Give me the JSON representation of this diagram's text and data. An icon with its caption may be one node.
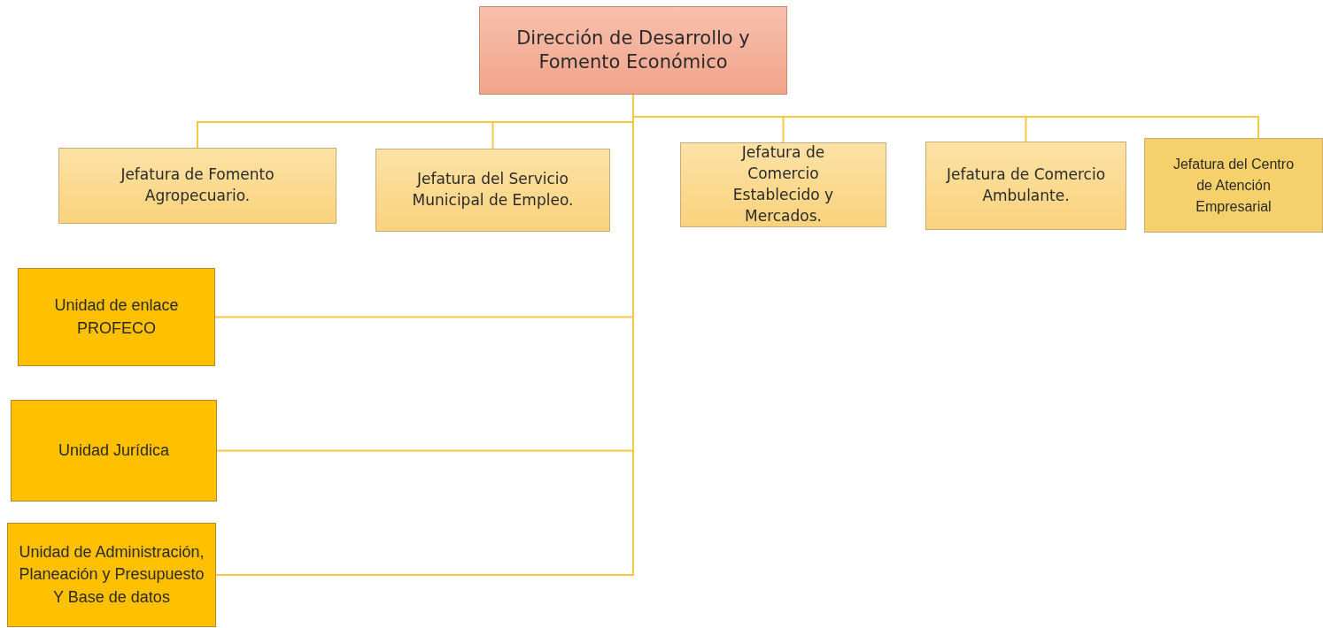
{
  "diagram": {
    "nodes": [
      {
        "text": [
          "Dirección de Desarrollo y Fomento Económico"
        ]
      },
      {
        "text": [
          "Jefatura de Fomento Agropecuario."
        ]
      },
      {
        "text": [
          "Jefatura del Servicio Municipal de Empleo."
        ]
      },
      {
        "text": [
          "Jefatura de Comercio Establecido y Mercados."
        ]
      },
      {
        "text": [
          "Jefatura de Comercio Ambulante."
        ]
      },
      {
        "text": [
          "Jefatura del Centro de Atención Empresarial"
        ]
      },
      {
        "text": [
          "Unidad de enlace PROFECO"
        ]
      },
      {
        "text": [
          "Unidad Jurídica"
        ]
      },
      {
        "text": [
          "Unidad de Administración, Planeación y Presupuesto Y Base de datos"
        ]
      }
    ],
    "edges": [
      {
        "from": 0,
        "to": 1,
        "arrow": "none"
      },
      {
        "from": 0,
        "to": 2,
        "arrow": "none"
      },
      {
        "from": 0,
        "to": 3,
        "arrow": "none"
      },
      {
        "from": 0,
        "to": 4,
        "arrow": "none"
      },
      {
        "from": 0,
        "to": 5,
        "arrow": "none"
      },
      {
        "from": 0,
        "to": 6,
        "arrow": "none"
      },
      {
        "from": 0,
        "to": 7,
        "arrow": "none"
      },
      {
        "from": 0,
        "to": 8,
        "arrow": "none"
      }
    ]
  }
}
